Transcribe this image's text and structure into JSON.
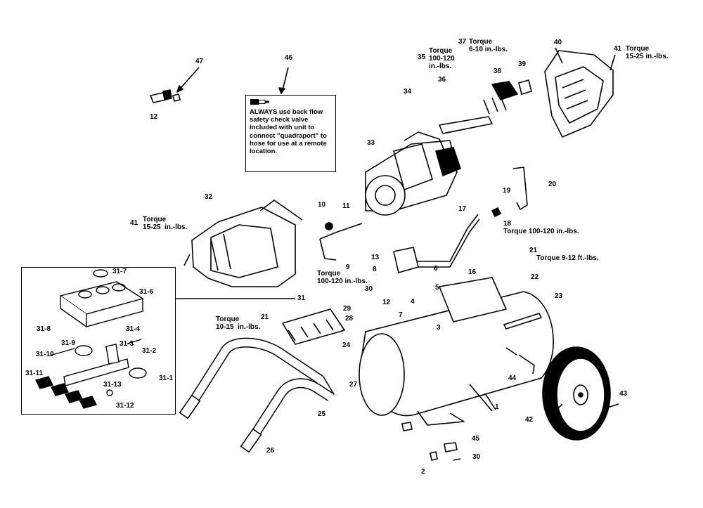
{
  "note": {
    "text": "ALWAYS use back flow safety check valve included with unit to connect \"quadraport\" to hose for use at a remote location."
  },
  "torque_notes": [
    {
      "id": "t35",
      "text": "Torque\n100-120\nin.-lbs."
    },
    {
      "id": "t37",
      "text": "Torque\n6-10 in.-lbs."
    },
    {
      "id": "t41a",
      "text": "Torque\n15-25 in.-lbs."
    },
    {
      "id": "t41b",
      "text": "Torque\n15-25  in.-lbs."
    },
    {
      "id": "t18",
      "text": "Torque 100-120 in.-lbs."
    },
    {
      "id": "t21a",
      "text": "Torque 9-12 ft.-lbs."
    },
    {
      "id": "t9",
      "text": "Torque\n100-120 in.-lbs."
    },
    {
      "id": "t21b",
      "text": "Torque\n10-15  in.-lbs."
    }
  ],
  "part_labels": [
    "47",
    "12",
    "46",
    "35",
    "37",
    "41",
    "40",
    "36",
    "38",
    "39",
    "34",
    "33",
    "20",
    "19",
    "18",
    "10",
    "11",
    "17",
    "32",
    "41",
    "13",
    "9",
    "8",
    "6",
    "16",
    "21",
    "22",
    "23",
    "5",
    "12",
    "7",
    "4",
    "30",
    "29",
    "3",
    "28",
    "21",
    "24",
    "27",
    "25",
    "26",
    "1",
    "44",
    "42",
    "43",
    "45",
    "30",
    "2",
    "31",
    "31-7",
    "31-6",
    "31-8",
    "31-4",
    "31-9",
    "31-3",
    "31-2",
    "31-10",
    "31-11",
    "31-13",
    "31-1",
    "31-12"
  ]
}
